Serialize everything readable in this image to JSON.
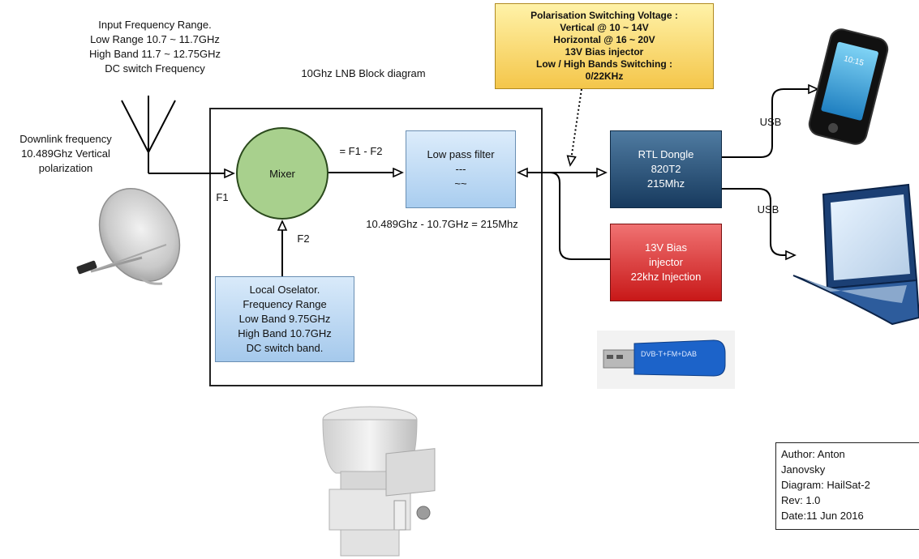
{
  "title": "10Ghz LNB Block diagram",
  "input_range": [
    "Input Frequency Range.",
    "Low Range 10.7 ~ 11.7GHz",
    "High Band 11.7 ~ 12.75GHz",
    "DC switch Frequency"
  ],
  "downlink": [
    "Downlink frequency",
    "10.489Ghz Vertical",
    "polarization"
  ],
  "mixer": {
    "label": "Mixer",
    "f1_label": "F1",
    "f2_label": "F2"
  },
  "f_diff_label": "= F1 - F2",
  "lowpass": [
    "Low pass filter",
    "---",
    "~~"
  ],
  "calc_label": "10.489Ghz - 10.7GHz = 215Mhz",
  "local_osc": [
    "Local Oselator.",
    "Frequency Range",
    "Low Band 9.75GHz",
    "High Band 10.7GHz",
    "DC switch band."
  ],
  "polarisation_note": [
    "Polarisation Switching Voltage :",
    "Vertical @ 10 ~ 14V",
    "Horizontal @ 16 ~ 20V",
    "13V Bias injector",
    "Low / High Bands Switching :",
    "0/22KHz"
  ],
  "rtl": [
    "RTL Dongle",
    "820T2",
    "215Mhz"
  ],
  "bias": [
    "13V Bias",
    "injector",
    "22khz Injection"
  ],
  "usb_top": "USB",
  "usb_bottom": "USB",
  "phone_screen_text": "10:15",
  "dongle_label": "DVB-T+FM+DAB",
  "author": [
    "Author: Anton",
    "Janovsky",
    "Diagram: HailSat-2",
    "Rev: 1.0",
    "Date:11 Jun 2016"
  ],
  "colors": {
    "mixer_fill": "#a8d08d",
    "mixer_stroke": "#2b4a1d",
    "rtl": "#2a5178",
    "bias": "#dd3030",
    "note": "#f6cf55"
  }
}
